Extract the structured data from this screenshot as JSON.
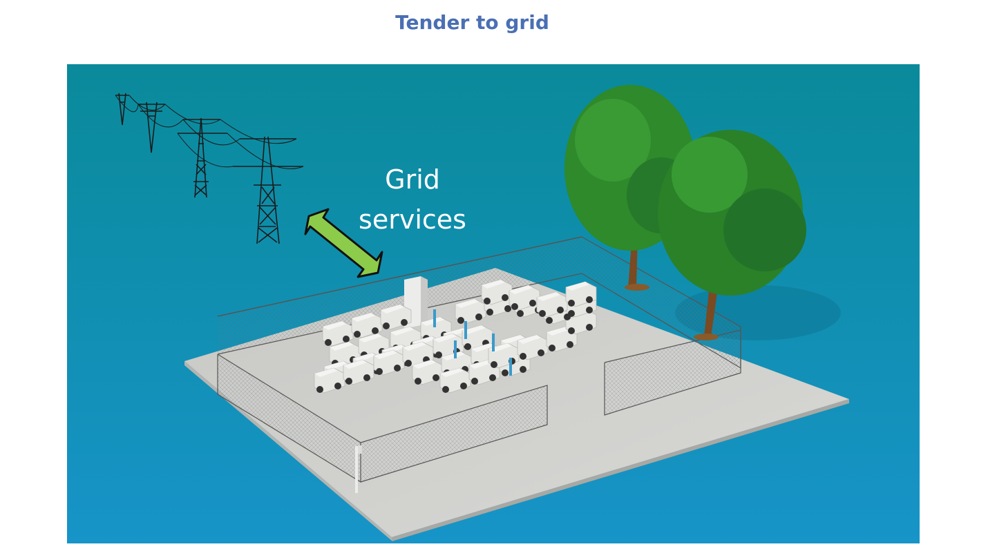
{
  "title": "Tender to grid",
  "label": {
    "line1": "Grid",
    "line2": "services"
  },
  "colors": {
    "title": "#4a6fb3",
    "backdrop_top": "#0a8a9a",
    "backdrop_bottom": "#1794c8",
    "ground": "#cfcfcc",
    "arrow": "#8ccc4a",
    "foliage": "#2e8a2a",
    "trunk": "#7a4a22",
    "vehicle": "#e6e6e3",
    "pylon": "#1a1a1a"
  },
  "icons": [
    "pylon-icon",
    "double-arrow-icon",
    "tree-icon",
    "fence-icon",
    "vehicle-icon",
    "charger-icon",
    "cabinet-icon",
    "light-pole-icon"
  ]
}
